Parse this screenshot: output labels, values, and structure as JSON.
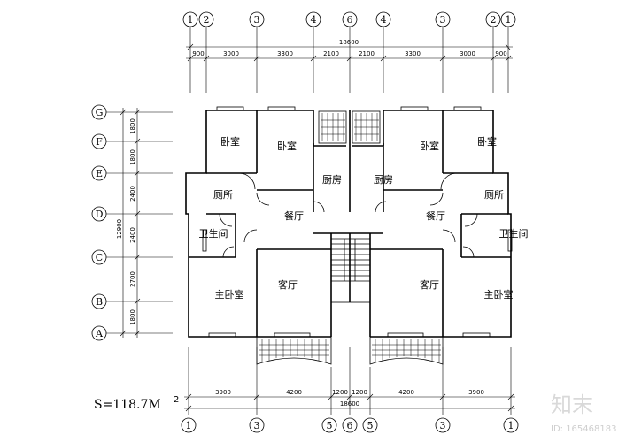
{
  "top_axes": [
    "1",
    "2",
    "3",
    "4",
    "6",
    "4",
    "3",
    "2",
    "1"
  ],
  "bottom_axes": [
    "1",
    "3",
    "5",
    "6",
    "5",
    "3",
    "1"
  ],
  "row_axes": [
    "G",
    "F",
    "E",
    "D",
    "C",
    "B",
    "A"
  ],
  "top_total": "18600",
  "top_dims": [
    "900",
    "3000",
    "3300",
    "2100",
    "2100",
    "3300",
    "3000",
    "900"
  ],
  "bottom_total": "18600",
  "bottom_dims": [
    "3900",
    "4200",
    "1200",
    "1200",
    "4200",
    "3900"
  ],
  "left_total": "12900",
  "left_dims": [
    "1800",
    "1800",
    "2400",
    "2400",
    "2700",
    "1800"
  ],
  "rooms": {
    "bedroom_1": "卧室",
    "bedroom_2": "卧室",
    "bedroom_3": "卧室",
    "bedroom_4": "卧室",
    "kitchen_left": "厨房",
    "kitchen_right": "厨房",
    "toilet_left": "厕所",
    "toilet_right": "厕所",
    "dining_left": "餐厅",
    "dining_right": "餐厅",
    "bath_left": "卫生间",
    "bath_right": "卫生间",
    "living_left": "客厅",
    "living_right": "客厅",
    "master_left": "主卧室",
    "master_right": "主卧室"
  },
  "area_label": "S=118.7M",
  "area_superscript": "2",
  "watermark": "知末",
  "watermark_id": "ID: 165468183"
}
